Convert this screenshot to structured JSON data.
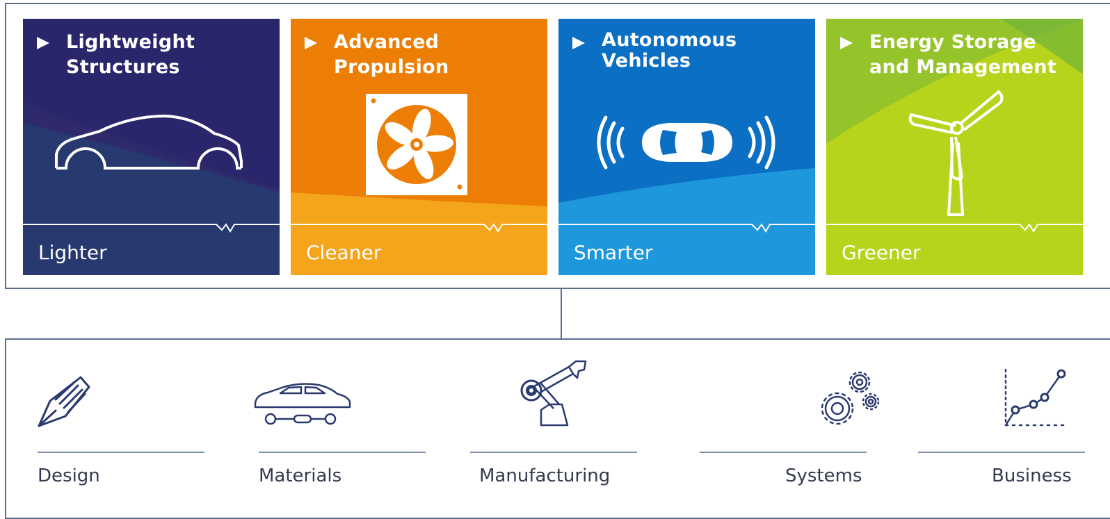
{
  "tiles": [
    {
      "id": "lightweight",
      "title_line1": "Lightweight",
      "title_line2": "Structures",
      "footer": "Lighter",
      "icon": "car-outline-icon",
      "color_main": "#262a74",
      "color_light": "#283a8a"
    },
    {
      "id": "propulsion",
      "title_line1": "Advanced",
      "title_line2": "Propulsion",
      "footer": "Cleaner",
      "icon": "fan-icon",
      "color_main": "#ef7d04",
      "color_light": "#f5a623"
    },
    {
      "id": "autonomous",
      "title_line1": "Autonomous",
      "title_line2": "Vehicles",
      "footer": "Smarter",
      "icon": "car-signal-icon",
      "color_main": "#0b6fc1",
      "color_light": "#1d95de"
    },
    {
      "id": "energy",
      "title_line1": "Energy Storage",
      "title_line2": "and Management",
      "footer": "Greener",
      "icon": "wind-turbine-icon",
      "color_main": "#9cc925",
      "color_light": "#c8d500"
    }
  ],
  "pillars": [
    {
      "label": "Design",
      "icon": "pen-icon"
    },
    {
      "label": "Materials",
      "icon": "vehicle-frame-icon"
    },
    {
      "label": "Manufacturing",
      "icon": "robot-arm-icon"
    },
    {
      "label": "Systems",
      "icon": "gears-icon"
    },
    {
      "label": "Business",
      "icon": "growth-chart-icon"
    }
  ]
}
